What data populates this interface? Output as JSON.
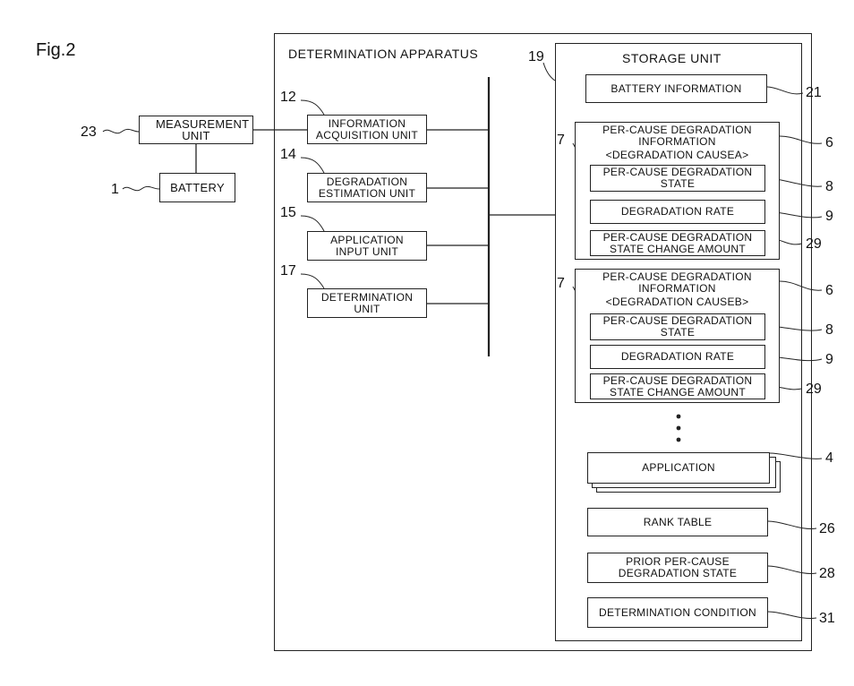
{
  "figure_label": "Fig.2",
  "apparatus": {
    "title": "DETERMINATION APPARATUS"
  },
  "storage": {
    "title": "STORAGE UNIT",
    "ref": "19"
  },
  "external": {
    "measurement_unit": {
      "label": "MEASUREMENT UNIT",
      "ref": "23"
    },
    "battery": {
      "label": "BATTERY",
      "ref": "1"
    }
  },
  "units": [
    {
      "label": "INFORMATION ACQUISITION UNIT",
      "ref": "12"
    },
    {
      "label": "DEGRADATION ESTIMATION UNIT",
      "ref": "14"
    },
    {
      "label": "APPLICATION INPUT UNIT",
      "ref": "15"
    },
    {
      "label": "DETERMINATION UNIT",
      "ref": "17"
    }
  ],
  "storage_items": {
    "battery_information": {
      "label": "BATTERY INFORMATION",
      "ref": "21"
    },
    "group_a": {
      "head": "PER-CAUSE DEGRADATION INFORMATION",
      "cause": "<DEGRADATION CAUSEA>",
      "ref_group": "6",
      "ref_cause": "7",
      "state": {
        "label": "PER-CAUSE DEGRADATION STATE",
        "ref": "8"
      },
      "rate": {
        "label": "DEGRADATION RATE",
        "ref": "9"
      },
      "change": {
        "label": "PER-CAUSE DEGRADATION STATE CHANGE AMOUNT",
        "ref": "29"
      }
    },
    "group_b": {
      "head": "PER-CAUSE DEGRADATION INFORMATION",
      "cause": "<DEGRADATION CAUSEB>",
      "ref_group": "6",
      "ref_cause": "7",
      "state": {
        "label": "PER-CAUSE DEGRADATION STATE",
        "ref": "8"
      },
      "rate": {
        "label": "DEGRADATION RATE",
        "ref": "9"
      },
      "change": {
        "label": "PER-CAUSE DEGRADATION STATE CHANGE AMOUNT",
        "ref": "29"
      }
    },
    "application": {
      "label": "APPLICATION",
      "ref": "4"
    },
    "rank_table": {
      "label": "RANK TABLE",
      "ref": "26"
    },
    "prior_state": {
      "label": "PRIOR PER-CAUSE DEGRADATION STATE",
      "ref": "28"
    },
    "determination_condition": {
      "label": "DETERMINATION CONDITION",
      "ref": "31"
    }
  }
}
